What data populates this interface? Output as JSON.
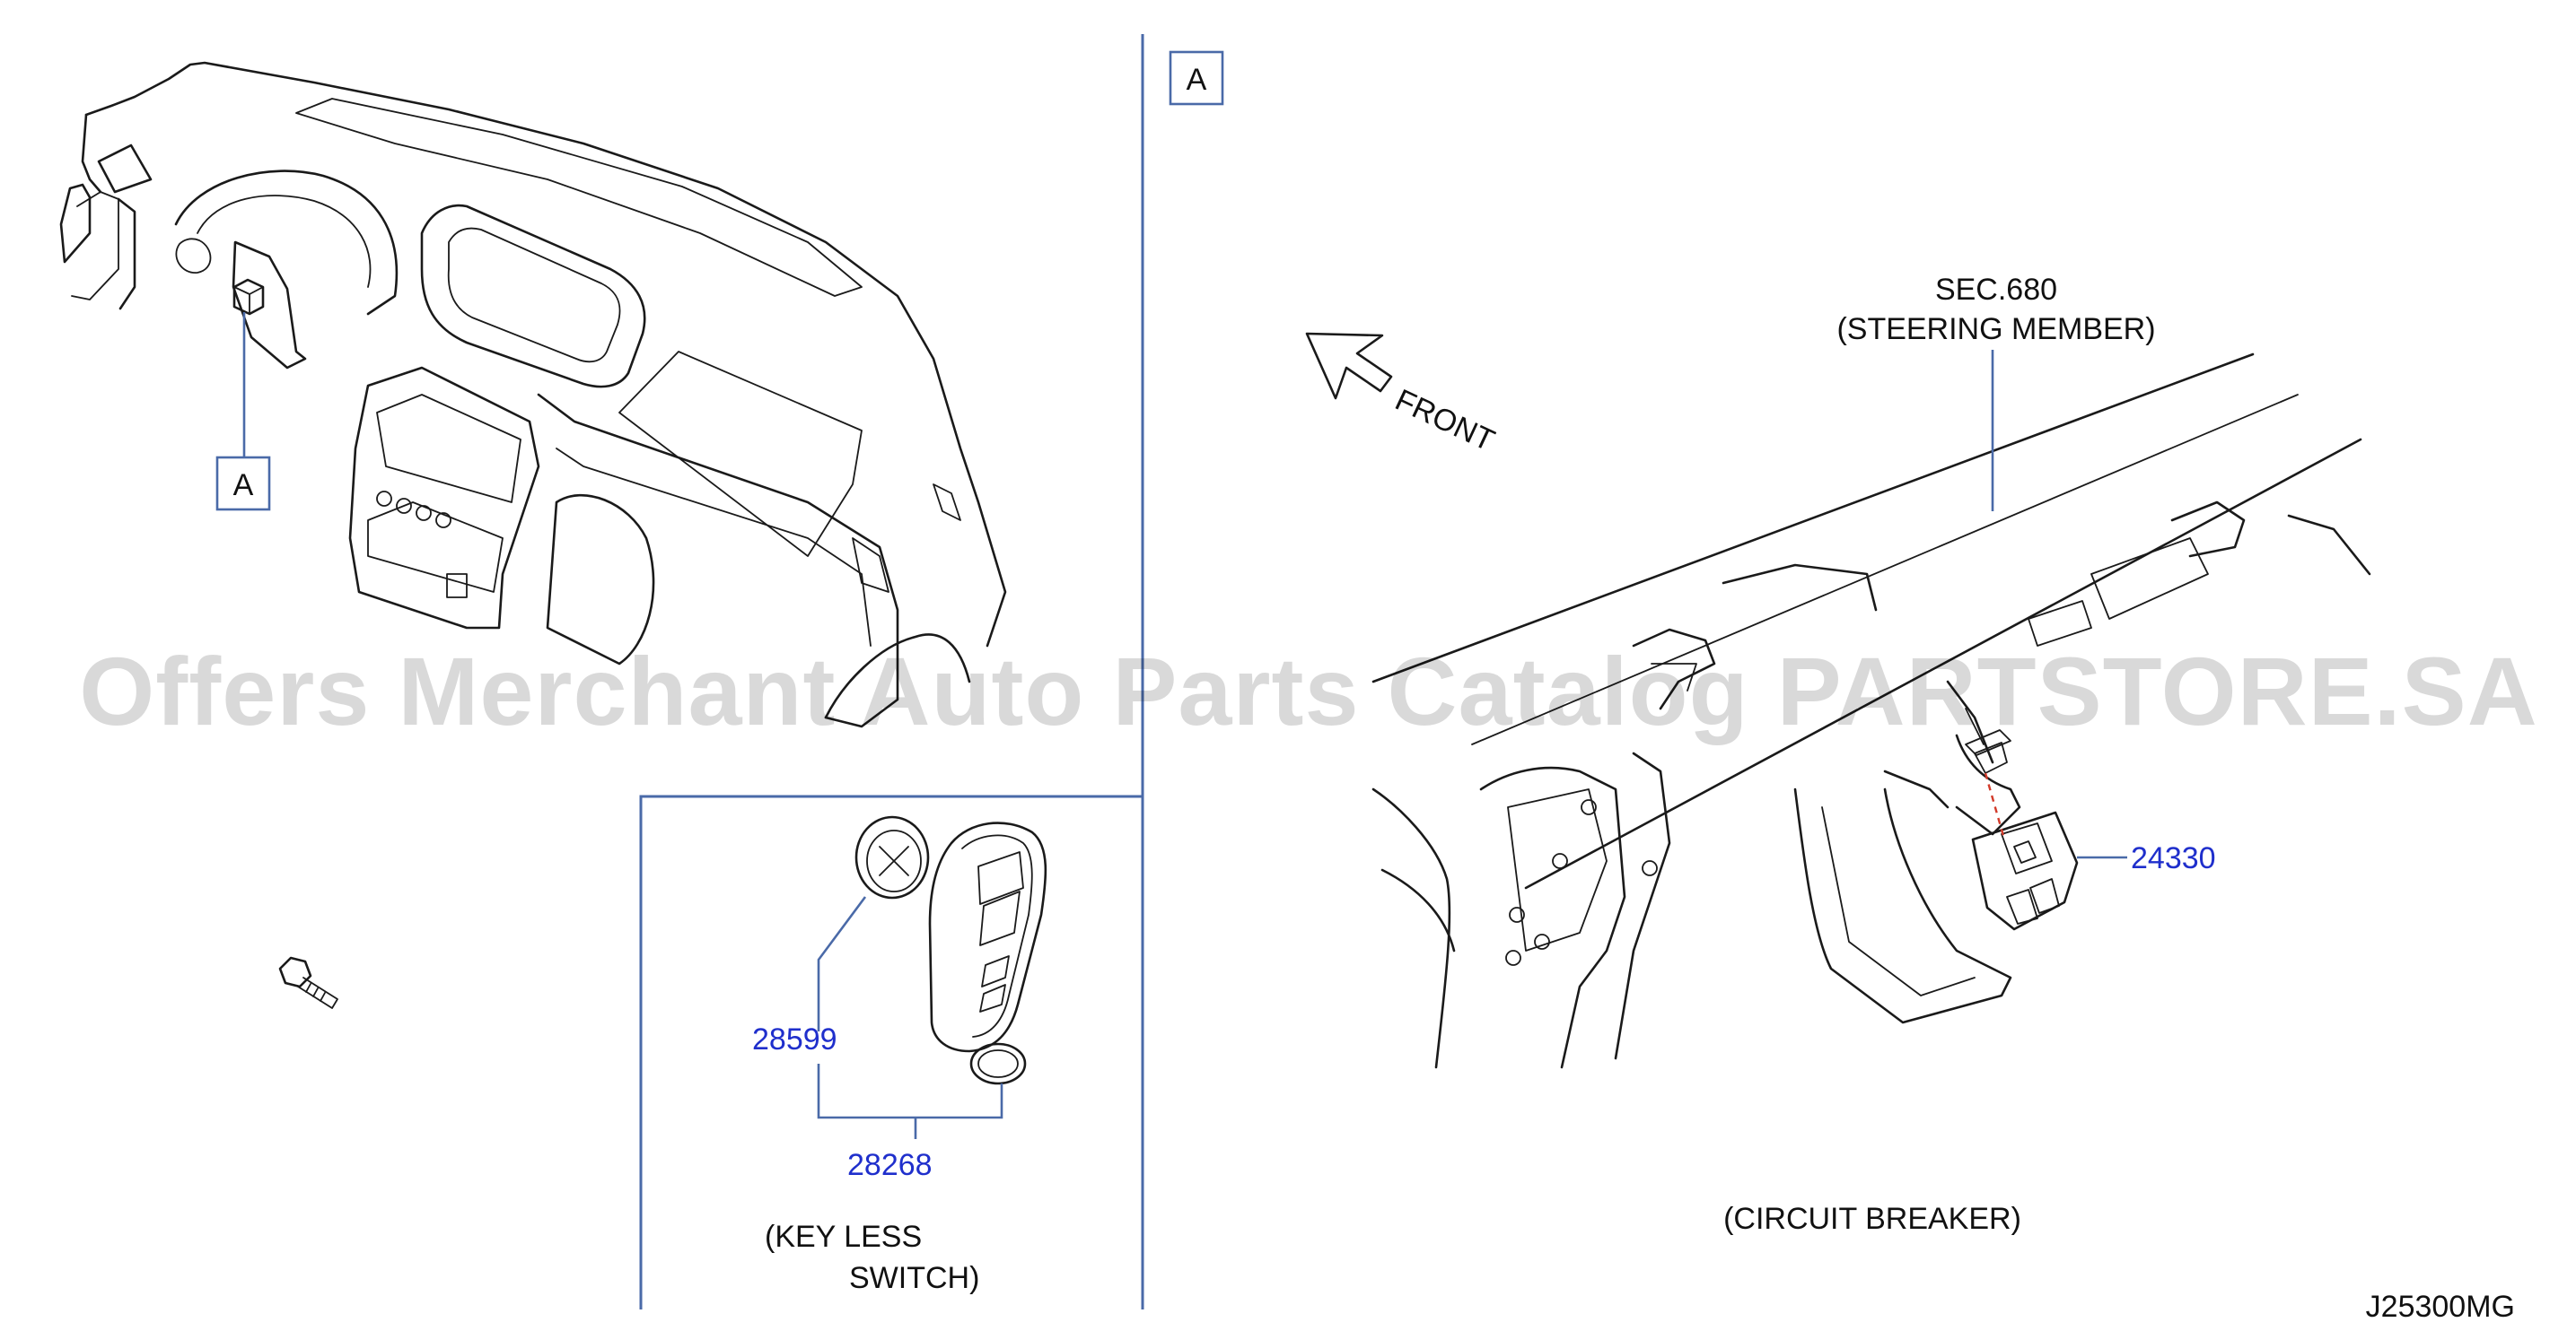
{
  "diagram_code": "J25300MG",
  "view_ref": "A",
  "direction_label": "FRONT",
  "section_ref": {
    "line1": "SEC.680",
    "line2": "(STEERING   MEMBER)"
  },
  "parts": {
    "circuit_breaker_number": "24330",
    "battery_number": "28599",
    "key_switch_number": "28268"
  },
  "captions": {
    "circuit_breaker": "(CIRCUIT   BREAKER)",
    "keyless_line1": "(KEY   LESS",
    "keyless_line2": "SWITCH)"
  },
  "watermark": "Offers Merchant Auto Parts Catalog PARTSTORE.SA",
  "colors": {
    "part_number": "#1f2fcc",
    "divider": "#4a6aa8",
    "connector_dash": "#d23a2a"
  }
}
